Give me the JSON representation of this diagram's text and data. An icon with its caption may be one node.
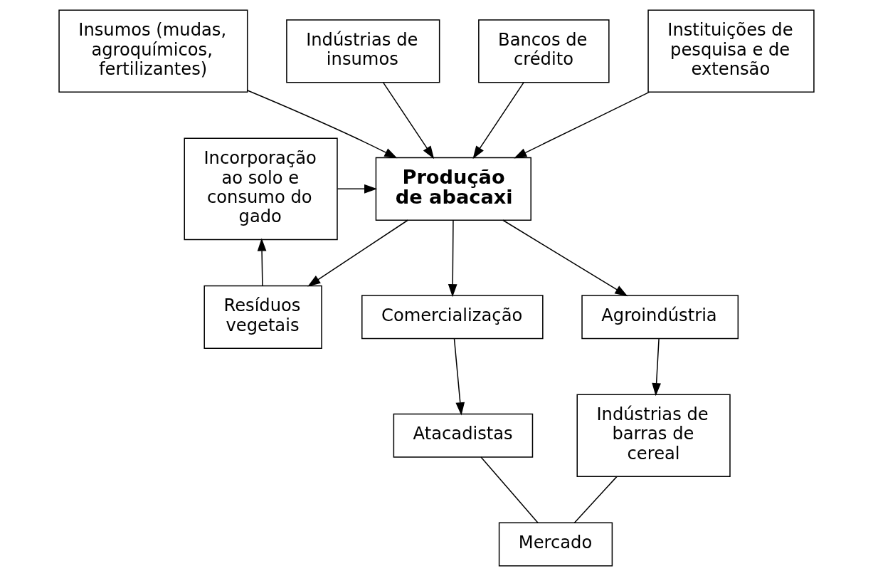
{
  "diagram": {
    "nodes": [
      {
        "text": [
          "Insumos (mudas, agroquímicos, fertilizantes)"
        ]
      },
      {
        "text": [
          "Indústrias de insumos"
        ]
      },
      {
        "text": [
          "Bancos de crédito"
        ]
      },
      {
        "text": [
          "Instituições de pesquisa e de extensão"
        ]
      },
      {
        "text": [
          "Produção de abacaxi"
        ]
      },
      {
        "text": [
          "Resíduos vegetais"
        ]
      },
      {
        "text": [
          "Incorporação ao solo e consumo do gado"
        ]
      },
      {
        "text": [
          "Comercialização"
        ]
      },
      {
        "text": [
          "Agroindústria"
        ]
      },
      {
        "text": [
          "Atacadistas"
        ]
      },
      {
        "text": [
          "Indústrias de barras de cereal"
        ]
      },
      {
        "text": [
          "Mercado"
        ]
      }
    ],
    "edges": [
      {
        "from": 0,
        "to": 4,
        "arrow": "to"
      },
      {
        "from": 1,
        "to": 4,
        "arrow": "to"
      },
      {
        "from": 2,
        "to": 4,
        "arrow": "to"
      },
      {
        "from": 3,
        "to": 4,
        "arrow": "to"
      },
      {
        "from": 4,
        "to": 5,
        "arrow": "to"
      },
      {
        "from": 5,
        "to": 6,
        "arrow": "to"
      },
      {
        "from": 6,
        "to": 4,
        "arrow": "to"
      },
      {
        "from": 4,
        "to": 7,
        "arrow": "to"
      },
      {
        "from": 4,
        "to": 8,
        "arrow": "to"
      },
      {
        "from": 7,
        "to": 9,
        "arrow": "to"
      },
      {
        "from": 8,
        "to": 10,
        "arrow": "to"
      },
      {
        "from": 9,
        "to": 11,
        "arrow": "none"
      },
      {
        "from": 10,
        "to": 11,
        "arrow": "none"
      }
    ]
  }
}
